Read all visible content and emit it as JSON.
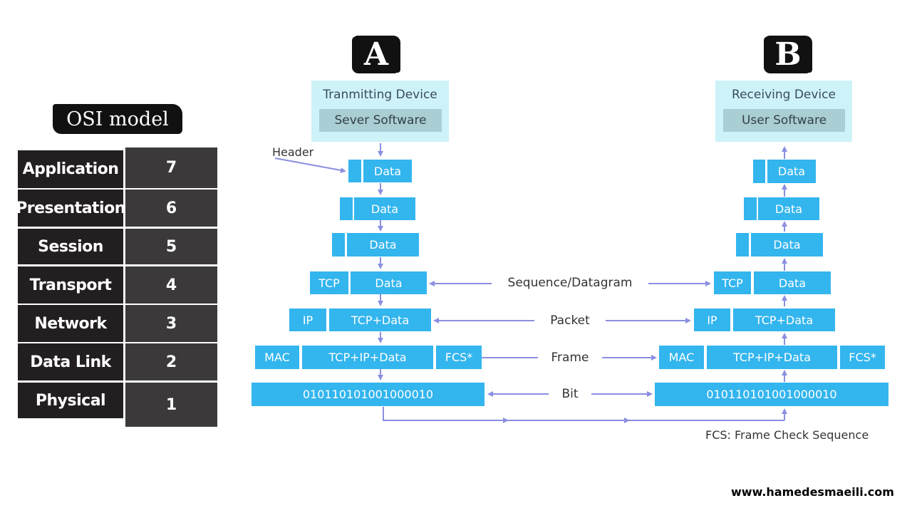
{
  "osi": {
    "title": "OSI model",
    "layers": [
      {
        "name": "Application",
        "number": "7"
      },
      {
        "name": "Presentation",
        "number": "6"
      },
      {
        "name": "Session",
        "number": "5"
      },
      {
        "name": "Transport",
        "number": "4"
      },
      {
        "name": "Network",
        "number": "3"
      },
      {
        "name": "Data Link",
        "number": "2"
      },
      {
        "name": "Physical",
        "number": "1"
      }
    ]
  },
  "side_a": {
    "badge": "A",
    "device_title": "Tranmitting Device",
    "software": "Sever Software"
  },
  "side_b": {
    "badge": "B",
    "device_title": "Receiving Device",
    "software": "User Software"
  },
  "header_label": "Header",
  "blocks": {
    "data": "Data",
    "tcp": "TCP",
    "ip": "IP",
    "tcp_data": "TCP+Data",
    "mac": "MAC",
    "tcp_ip_data": "TCP+IP+Data",
    "fcs": "FCS*",
    "bits": "010110101001000010"
  },
  "pdu_labels": {
    "segment": "Sequence/Datagram",
    "packet": "Packet",
    "frame": "Frame",
    "bit": "Bit"
  },
  "fcs_note": "FCS: Frame Check Sequence",
  "website": "www.hamedesmaeili.com",
  "colors": {
    "block": "#33b5ee",
    "device_bg": "#cdf3f8",
    "software_bg": "#a9ced3",
    "arrow": "#8a8fe0",
    "osi_label": "#231f20",
    "osi_number": "#3b393a"
  }
}
